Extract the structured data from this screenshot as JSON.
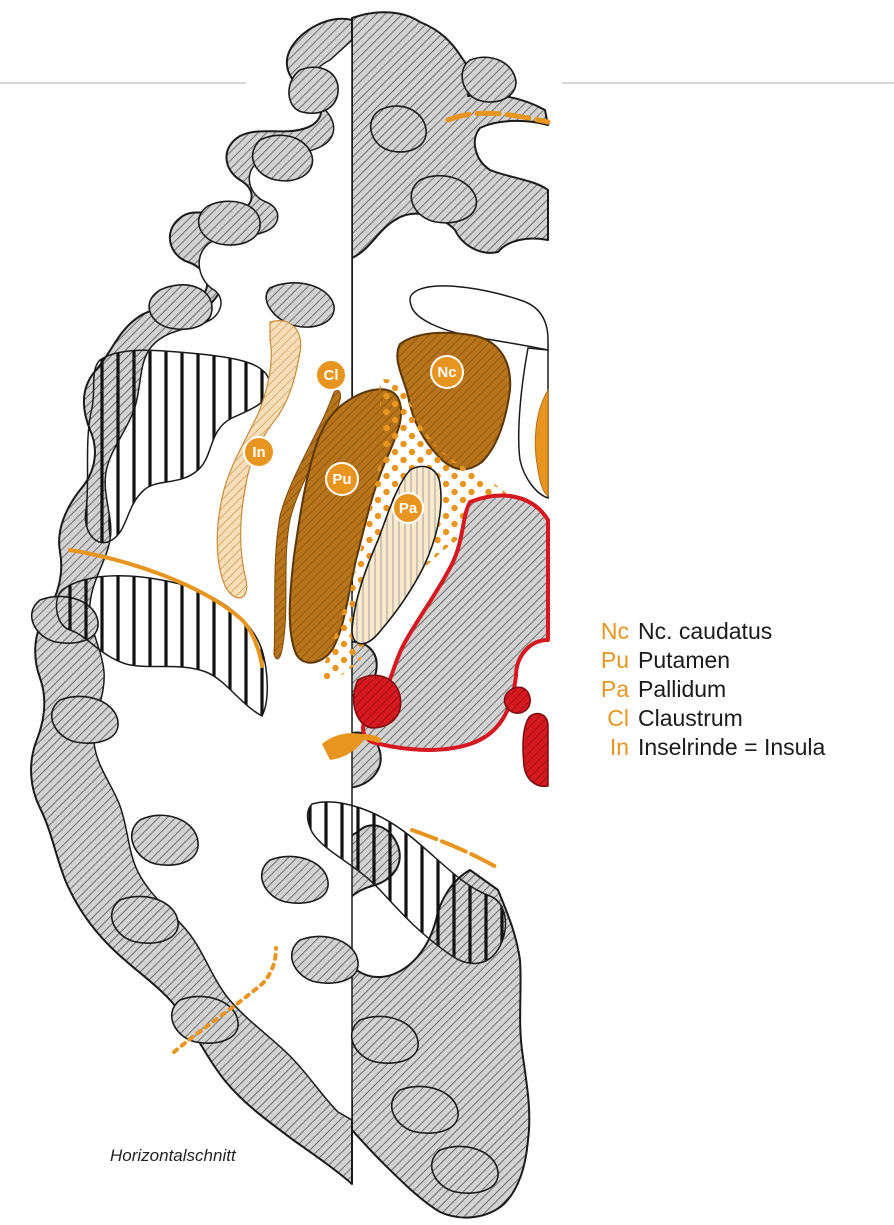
{
  "labels": {
    "nc": "Nc",
    "pu": "Pu",
    "pa": "Pa",
    "cl": "Cl",
    "in": "In"
  },
  "legend": [
    {
      "abbr": "Nc",
      "text": "Nc. caudatus"
    },
    {
      "abbr": "Pu",
      "text": "Putamen"
    },
    {
      "abbr": "Pa",
      "text": "Pallidum"
    },
    {
      "abbr": "Cl",
      "text": "Claustrum"
    },
    {
      "abbr": "In",
      "text": "Inselrinde = Insula"
    }
  ],
  "caption": "Horizontalschnitt",
  "colors": {
    "orange": "#e8951f",
    "brown": "#b66f16",
    "red": "#d61920",
    "cortex_gray": "#c8c8c8",
    "outline": "#1a1a1a"
  }
}
